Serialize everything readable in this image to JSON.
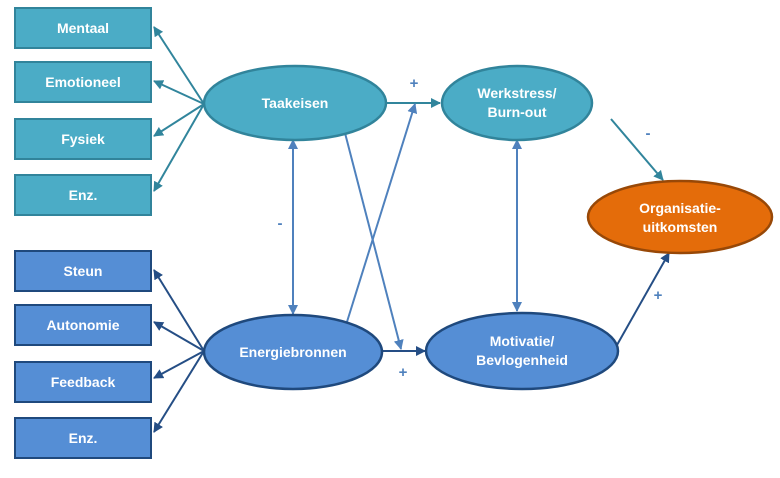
{
  "colors": {
    "teal_fill": "#4bacc6",
    "teal_stroke": "#31849b",
    "teal_line": "#31859c",
    "blue_fill": "#558ed5",
    "blue_stroke": "#1f497d",
    "blue_line": "#254e85",
    "mid_line": "#4f81bd",
    "orange_fill": "#e46c0a",
    "orange_stroke": "#984807",
    "sign": "#4f81bd"
  },
  "demands": {
    "items": [
      "Mentaal",
      "Emotioneel",
      "Fysiek",
      "Enz."
    ]
  },
  "resources": {
    "items": [
      "Steun",
      "Autonomie",
      "Feedback",
      "Enz."
    ]
  },
  "nodes": {
    "taakeisen": {
      "lines": [
        "Taakeisen"
      ]
    },
    "energiebronnen": {
      "lines": [
        "Energiebronnen"
      ]
    },
    "werkstress": {
      "lines": [
        "Werkstress/",
        "Burn-out"
      ]
    },
    "motivatie": {
      "lines": [
        "Motivatie/",
        "Bevlogenheid"
      ]
    },
    "organisatie": {
      "lines": [
        "Organisatie-",
        "uitkomsten"
      ]
    }
  },
  "signs": {
    "taakeisen_werkstress": "+",
    "energiebronnen_motivatie": "+",
    "taakeisen_energiebronnen": "-",
    "werkstress_organisatie": "-",
    "motivatie_organisatie": "+"
  }
}
